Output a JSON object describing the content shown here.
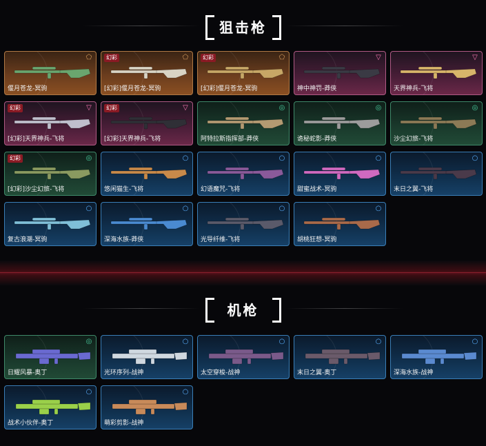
{
  "sections": [
    {
      "title": "狙击枪",
      "items": [
        {
          "name": "偃月苍龙-冥驹",
          "tag": "",
          "rarity": "legend",
          "gun": "#6aa56e"
        },
        {
          "name": "[幻彩]偃月苍龙-冥驹",
          "tag": "幻彩",
          "rarity": "legend",
          "gun": "#d9d3c4"
        },
        {
          "name": "[幻彩]偃月苍龙-冥驹",
          "tag": "幻彩",
          "rarity": "legend",
          "gun": "#c7a766"
        },
        {
          "name": "神中神罚-莽侠",
          "tag": "",
          "rarity": "epic",
          "gun": "#3a3a44"
        },
        {
          "name": "天界神兵-飞将",
          "tag": "",
          "rarity": "epic",
          "gun": "#d7b56a"
        },
        {
          "name": "[幻彩]天界神兵-飞将",
          "tag": "幻彩",
          "rarity": "epic",
          "gun": "#bfbfcc"
        },
        {
          "name": "[幻彩]天界神兵-飞将",
          "tag": "幻彩",
          "rarity": "epic",
          "gun": "#2f2f36"
        },
        {
          "name": "阿特拉斯指挥部-莽侠",
          "tag": "",
          "rarity": "rare",
          "gun": "#b39a72"
        },
        {
          "name": "诡秘蛇影-莽侠",
          "tag": "",
          "rarity": "rare",
          "gun": "#9c9c9c"
        },
        {
          "name": "沙尘幻旅-飞将",
          "tag": "",
          "rarity": "rare",
          "gun": "#8c7a56"
        },
        {
          "name": "[幻彩]沙尘幻旅-飞将",
          "tag": "幻彩",
          "rarity": "rare",
          "gun": "#8a9a60"
        },
        {
          "name": "悠闲猫生-飞将",
          "tag": "",
          "rarity": "blue",
          "gun": "#c88a4a"
        },
        {
          "name": "幻语魔咒-飞将",
          "tag": "",
          "rarity": "blue",
          "gun": "#8a5a9a"
        },
        {
          "name": "甜蜜战术-冥驹",
          "tag": "",
          "rarity": "blue",
          "gun": "#d06ac0"
        },
        {
          "name": "末日之翼-飞将",
          "tag": "",
          "rarity": "blue",
          "gun": "#4a3a4a"
        },
        {
          "name": "复古浪潮-冥驹",
          "tag": "",
          "rarity": "blue",
          "gun": "#7fbfd8"
        },
        {
          "name": "深海水族-莽侠",
          "tag": "",
          "rarity": "blue",
          "gun": "#4a8ad0"
        },
        {
          "name": "光导纤维-飞将",
          "tag": "",
          "rarity": "blue",
          "gun": "#5a5a6a"
        },
        {
          "name": "胡桃狂想-冥驹",
          "tag": "",
          "rarity": "blue",
          "gun": "#a86a4a"
        }
      ]
    },
    {
      "title": "机枪",
      "items": [
        {
          "name": "日耀风暴-奥丁",
          "tag": "",
          "rarity": "rare",
          "gun": "#6a6ad0"
        },
        {
          "name": "光环序列-战神",
          "tag": "",
          "rarity": "blue",
          "gun": "#cfd8e0"
        },
        {
          "name": "太空穿梭-战神",
          "tag": "",
          "rarity": "blue",
          "gun": "#7a5a8a"
        },
        {
          "name": "末日之翼-奥丁",
          "tag": "",
          "rarity": "blue",
          "gun": "#6a5a6a"
        },
        {
          "name": "深海水族-战神",
          "tag": "",
          "rarity": "blue",
          "gun": "#5a8ad0"
        },
        {
          "name": "战术小伙伴-奥丁",
          "tag": "",
          "rarity": "blue",
          "gun": "#9ad04a"
        },
        {
          "name": "萌彩剪影-战神",
          "tag": "",
          "rarity": "blue",
          "gun": "#c88a5a"
        }
      ]
    }
  ]
}
